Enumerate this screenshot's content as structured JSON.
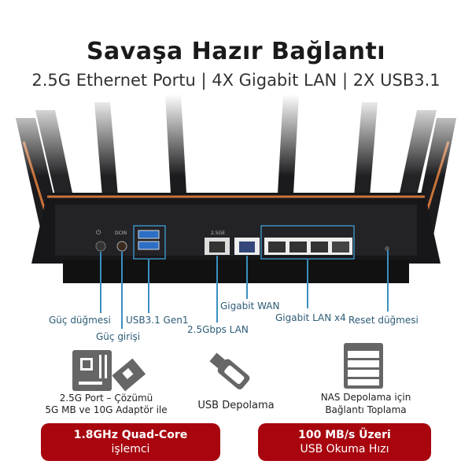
{
  "header": {
    "title": "Savaşa Hazır Bağlantı",
    "subtitle": "2.5G Ethernet Portu | 4X Gigabit LAN | 2X USB3.1"
  },
  "router": {
    "port_labels": {
      "dcin": "DCIN",
      "lan25": "2.5GE"
    }
  },
  "callouts": {
    "power_button": "Güç düğmesi",
    "power_input": "Güç girişi",
    "usb": "USB3.1 Gen1",
    "lan25": "2.5Gbps LAN",
    "wan": "Gigabit WAN",
    "lan4": "Gigabit LAN x4",
    "reset": "Reset düğmesi"
  },
  "features": [
    {
      "icon": "motherboard-icon",
      "line1": "2.5G Port – Çözümü",
      "line2": "5G MB ve 10G Adaptör ile"
    },
    {
      "icon": "usb-stick-icon",
      "line1": "USB Depolama"
    },
    {
      "icon": "nas-icon",
      "line1": "NAS Depolama için",
      "line2": "Bağlantı Toplama"
    }
  ],
  "badges": [
    {
      "bold": "1.8GHz Quad-Core",
      "normal": "işlemci"
    },
    {
      "bold": "100 MB/s Üzeri",
      "normal": "USB Okuma Hızı"
    }
  ],
  "colors": {
    "accent": "#a8050e",
    "callout": "#3b8fbf",
    "label": "#2c5b75",
    "copper": "#c8733a"
  }
}
